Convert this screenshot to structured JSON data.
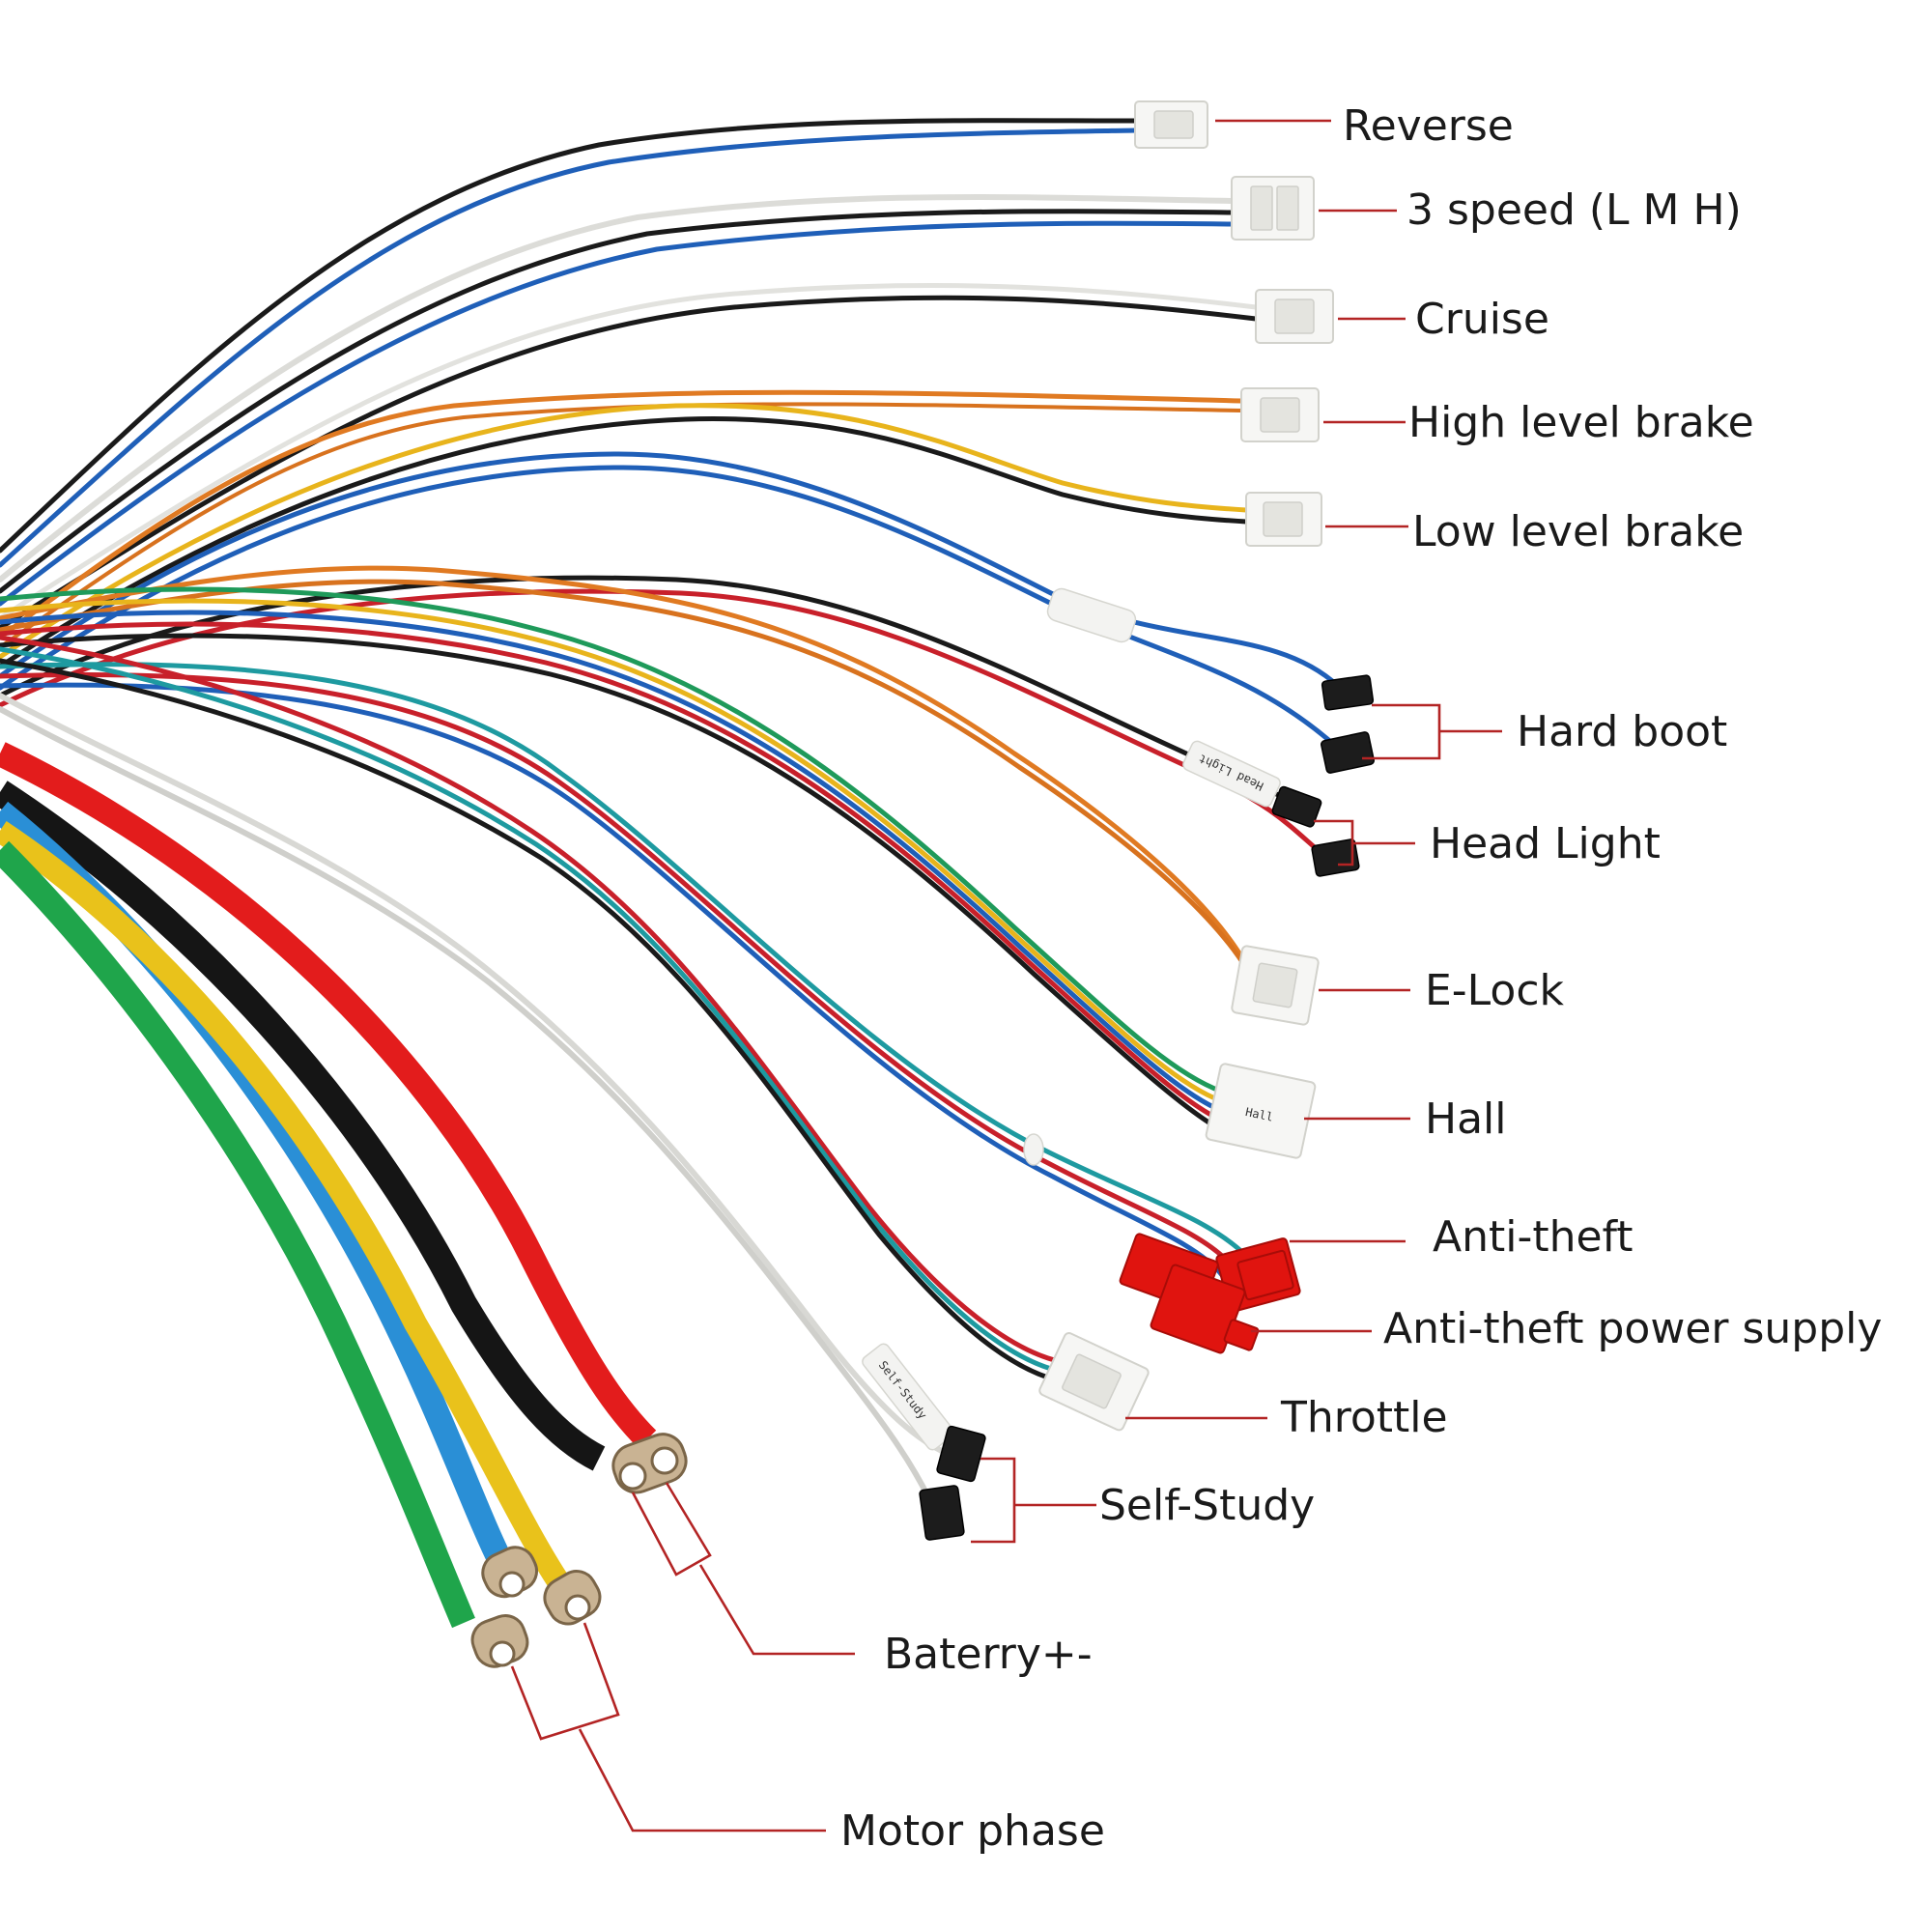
{
  "labels": {
    "reverse": "Reverse",
    "three_speed": "3 speed (L M H)",
    "cruise": "Cruise",
    "high_brake": "High level brake",
    "low_brake": "Low level brake",
    "hard_boot": "Hard boot",
    "head_light": "Head Light",
    "e_lock": "E-Lock",
    "hall": "Hall",
    "anti_theft": "Anti-theft",
    "anti_theft_power": "Anti-theft power  supply",
    "throttle": "Throttle",
    "self_study": "Self-Study",
    "battery": "Baterry+-",
    "motor_phase": "Motor phase"
  },
  "tags": {
    "head_light": "Head Light",
    "hall": "Hall",
    "self_study": "Self-Study"
  },
  "colors": {
    "black": "#1a1a1a",
    "blue": "#1f5fb8",
    "white": "#e2e2de",
    "orange": "#e07a22",
    "yellow": "#e8b41c",
    "red": "#c8202a",
    "green": "#1f9a5a",
    "teal": "#1e9aa0",
    "thick_red": "#e31c1c",
    "thick_black": "#151515",
    "thick_blue": "#2a8fd6",
    "thick_yellow": "#e9c21b",
    "thick_green": "#1fa54b",
    "leader": "#b32424"
  }
}
